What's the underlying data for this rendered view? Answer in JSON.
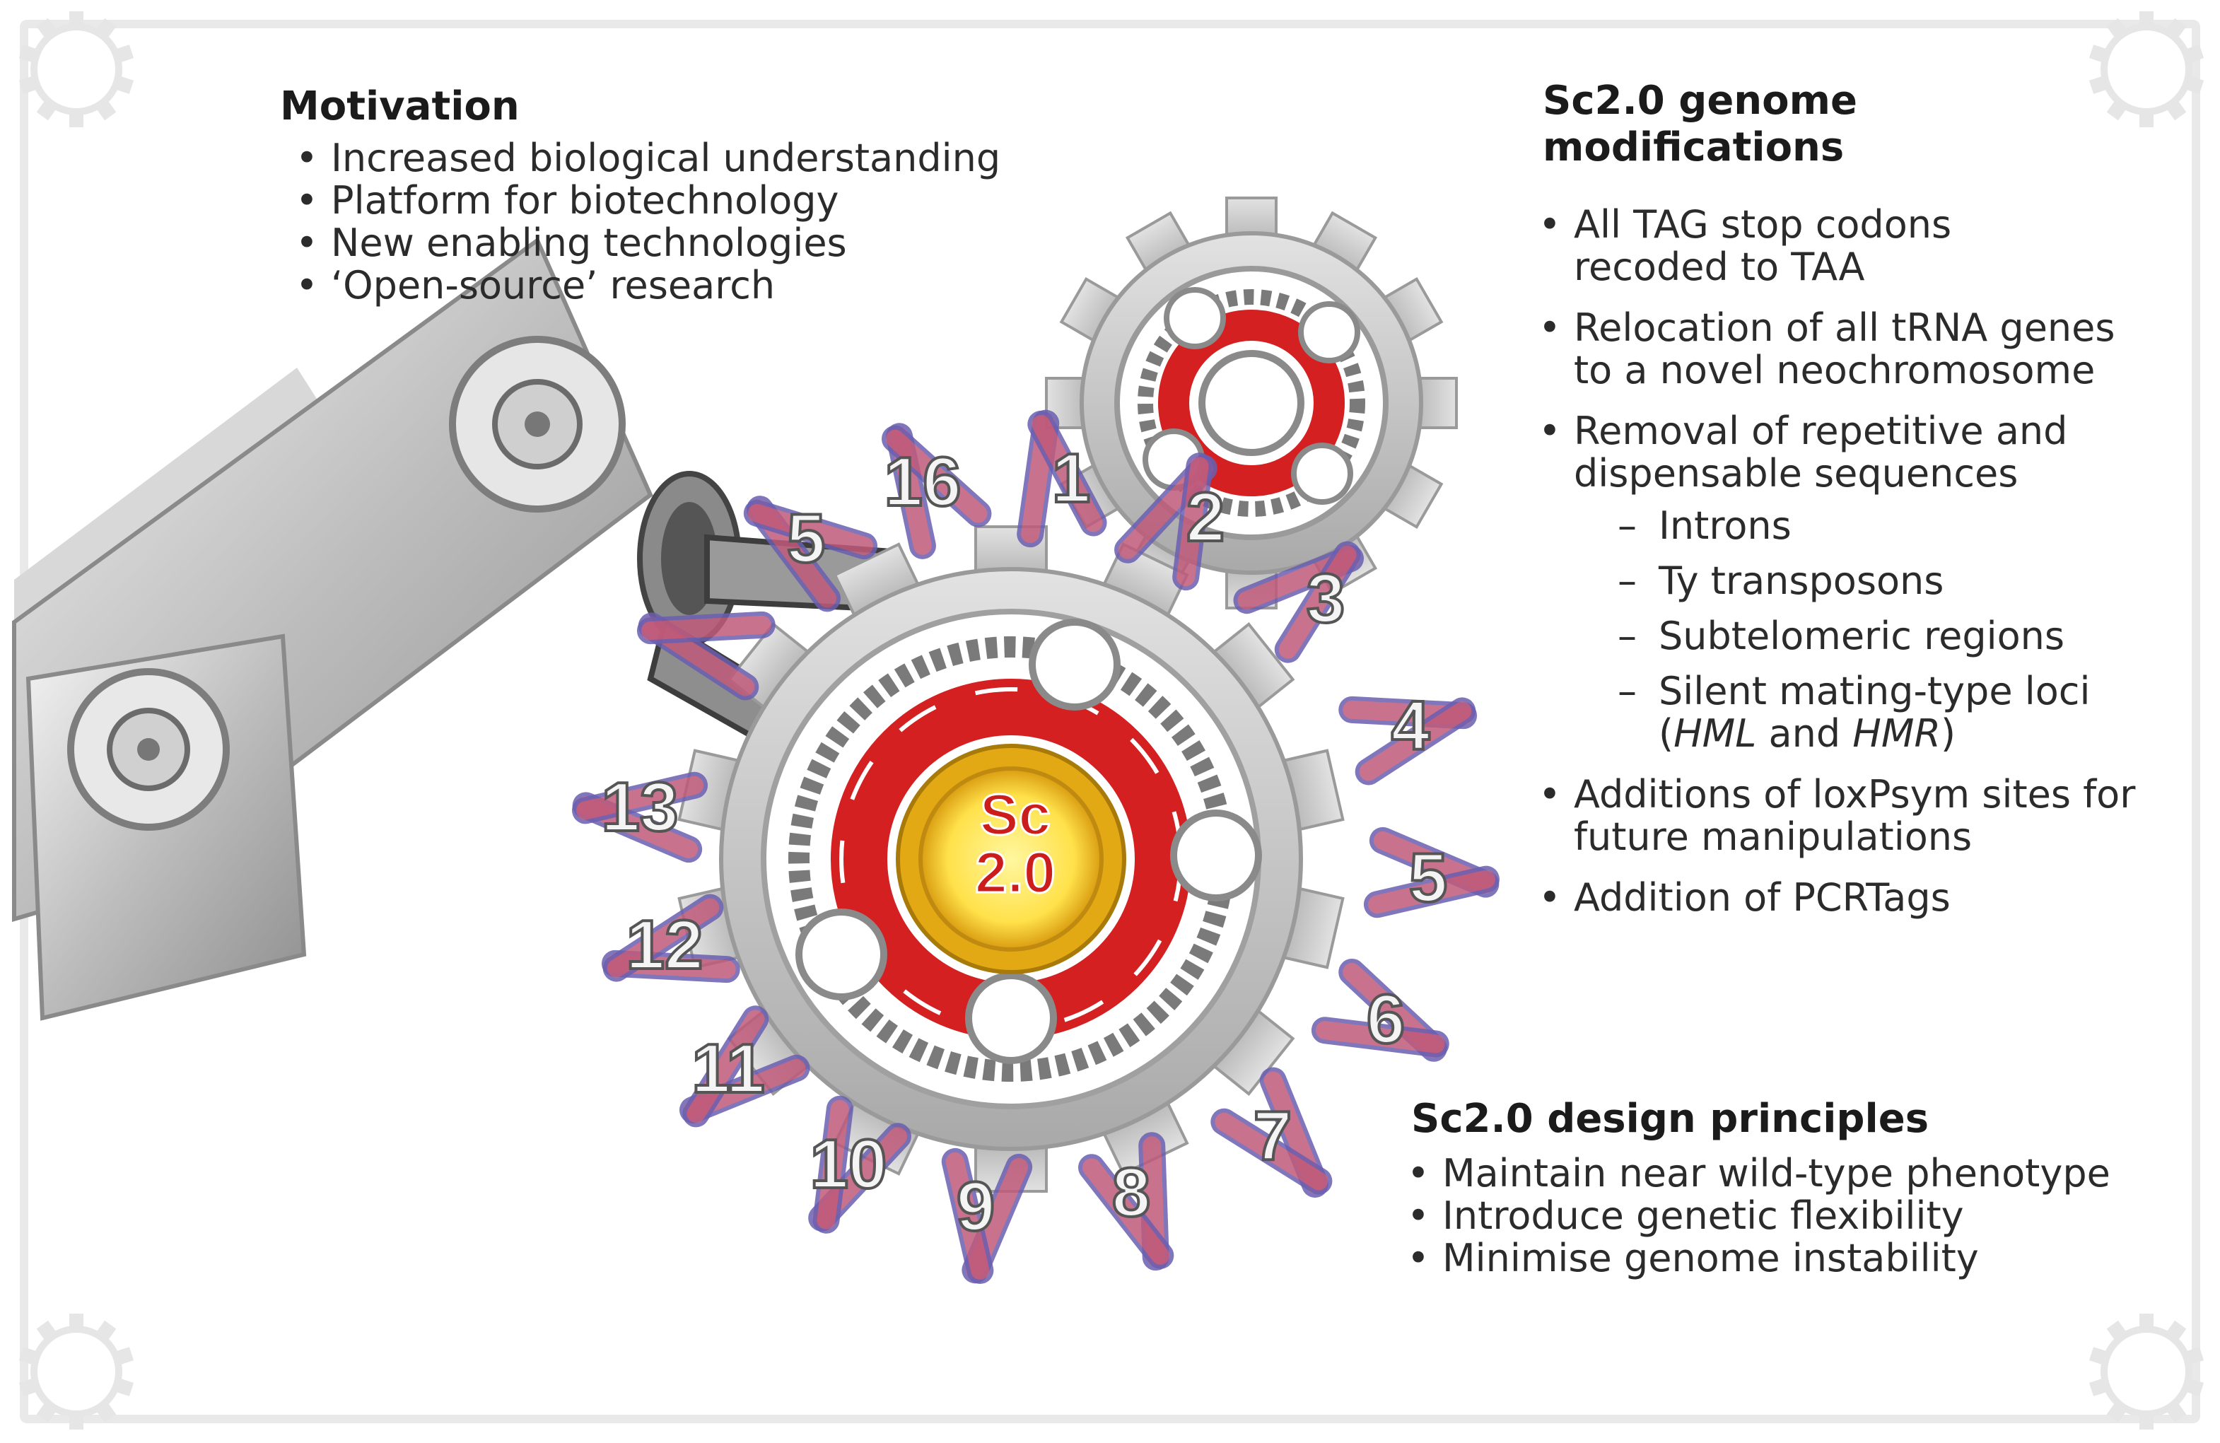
{
  "motivation": {
    "title": "Motivation",
    "items": [
      "Increased biological understanding",
      "Platform for biotechnology",
      "New enabling technologies",
      "‘Open-source’ research"
    ]
  },
  "modifications": {
    "title_line1": "Sc2.0 genome",
    "title_line2": "modifications",
    "items": [
      {
        "line1": "All TAG stop codons",
        "line2": "recoded to TAA"
      },
      {
        "line1": "Relocation of all tRNA genes",
        "line2": "to a novel neochromosome"
      },
      {
        "line1": "Removal of repetitive and",
        "line2": "dispensable sequences"
      },
      {
        "line1": "Additions of loxPsym sites for",
        "line2": "future manipulations"
      },
      {
        "line1": "Addition of PCRTags"
      }
    ],
    "sub_items": {
      "introns": "Introns",
      "ty": "Ty transposons",
      "subtelomeric": "Subtelomeric regions",
      "silent_line1": "Silent mating-type loci",
      "open_paren": "(",
      "hml": "HML",
      "and": " and ",
      "hmr": "HMR",
      "close_paren": ")"
    }
  },
  "principles": {
    "title": "Sc2.0 design principles",
    "items": [
      "Maintain near wild-type phenotype",
      "Introduce genetic flexibility",
      "Minimise genome instability"
    ]
  },
  "center_label": {
    "line1": "Sc",
    "line2": "2.0"
  },
  "chromosome_numbers": [
    "1",
    "2",
    "3",
    "4",
    "5",
    "6",
    "7",
    "8",
    "9",
    "10",
    "11",
    "12",
    "13",
    "16",
    "5"
  ],
  "colors": {
    "gear_gray": "#c8c8c8",
    "gear_dark": "#7a7a7a",
    "accent_red": "#d42020",
    "center_gold": "#e8b418",
    "center_yellow": "#ffee66",
    "chromosome_pink": "#c05a7a",
    "chromosome_blue": "#6a5fb0"
  },
  "icons": [
    "robotic-arm",
    "gear",
    "chromosome"
  ]
}
